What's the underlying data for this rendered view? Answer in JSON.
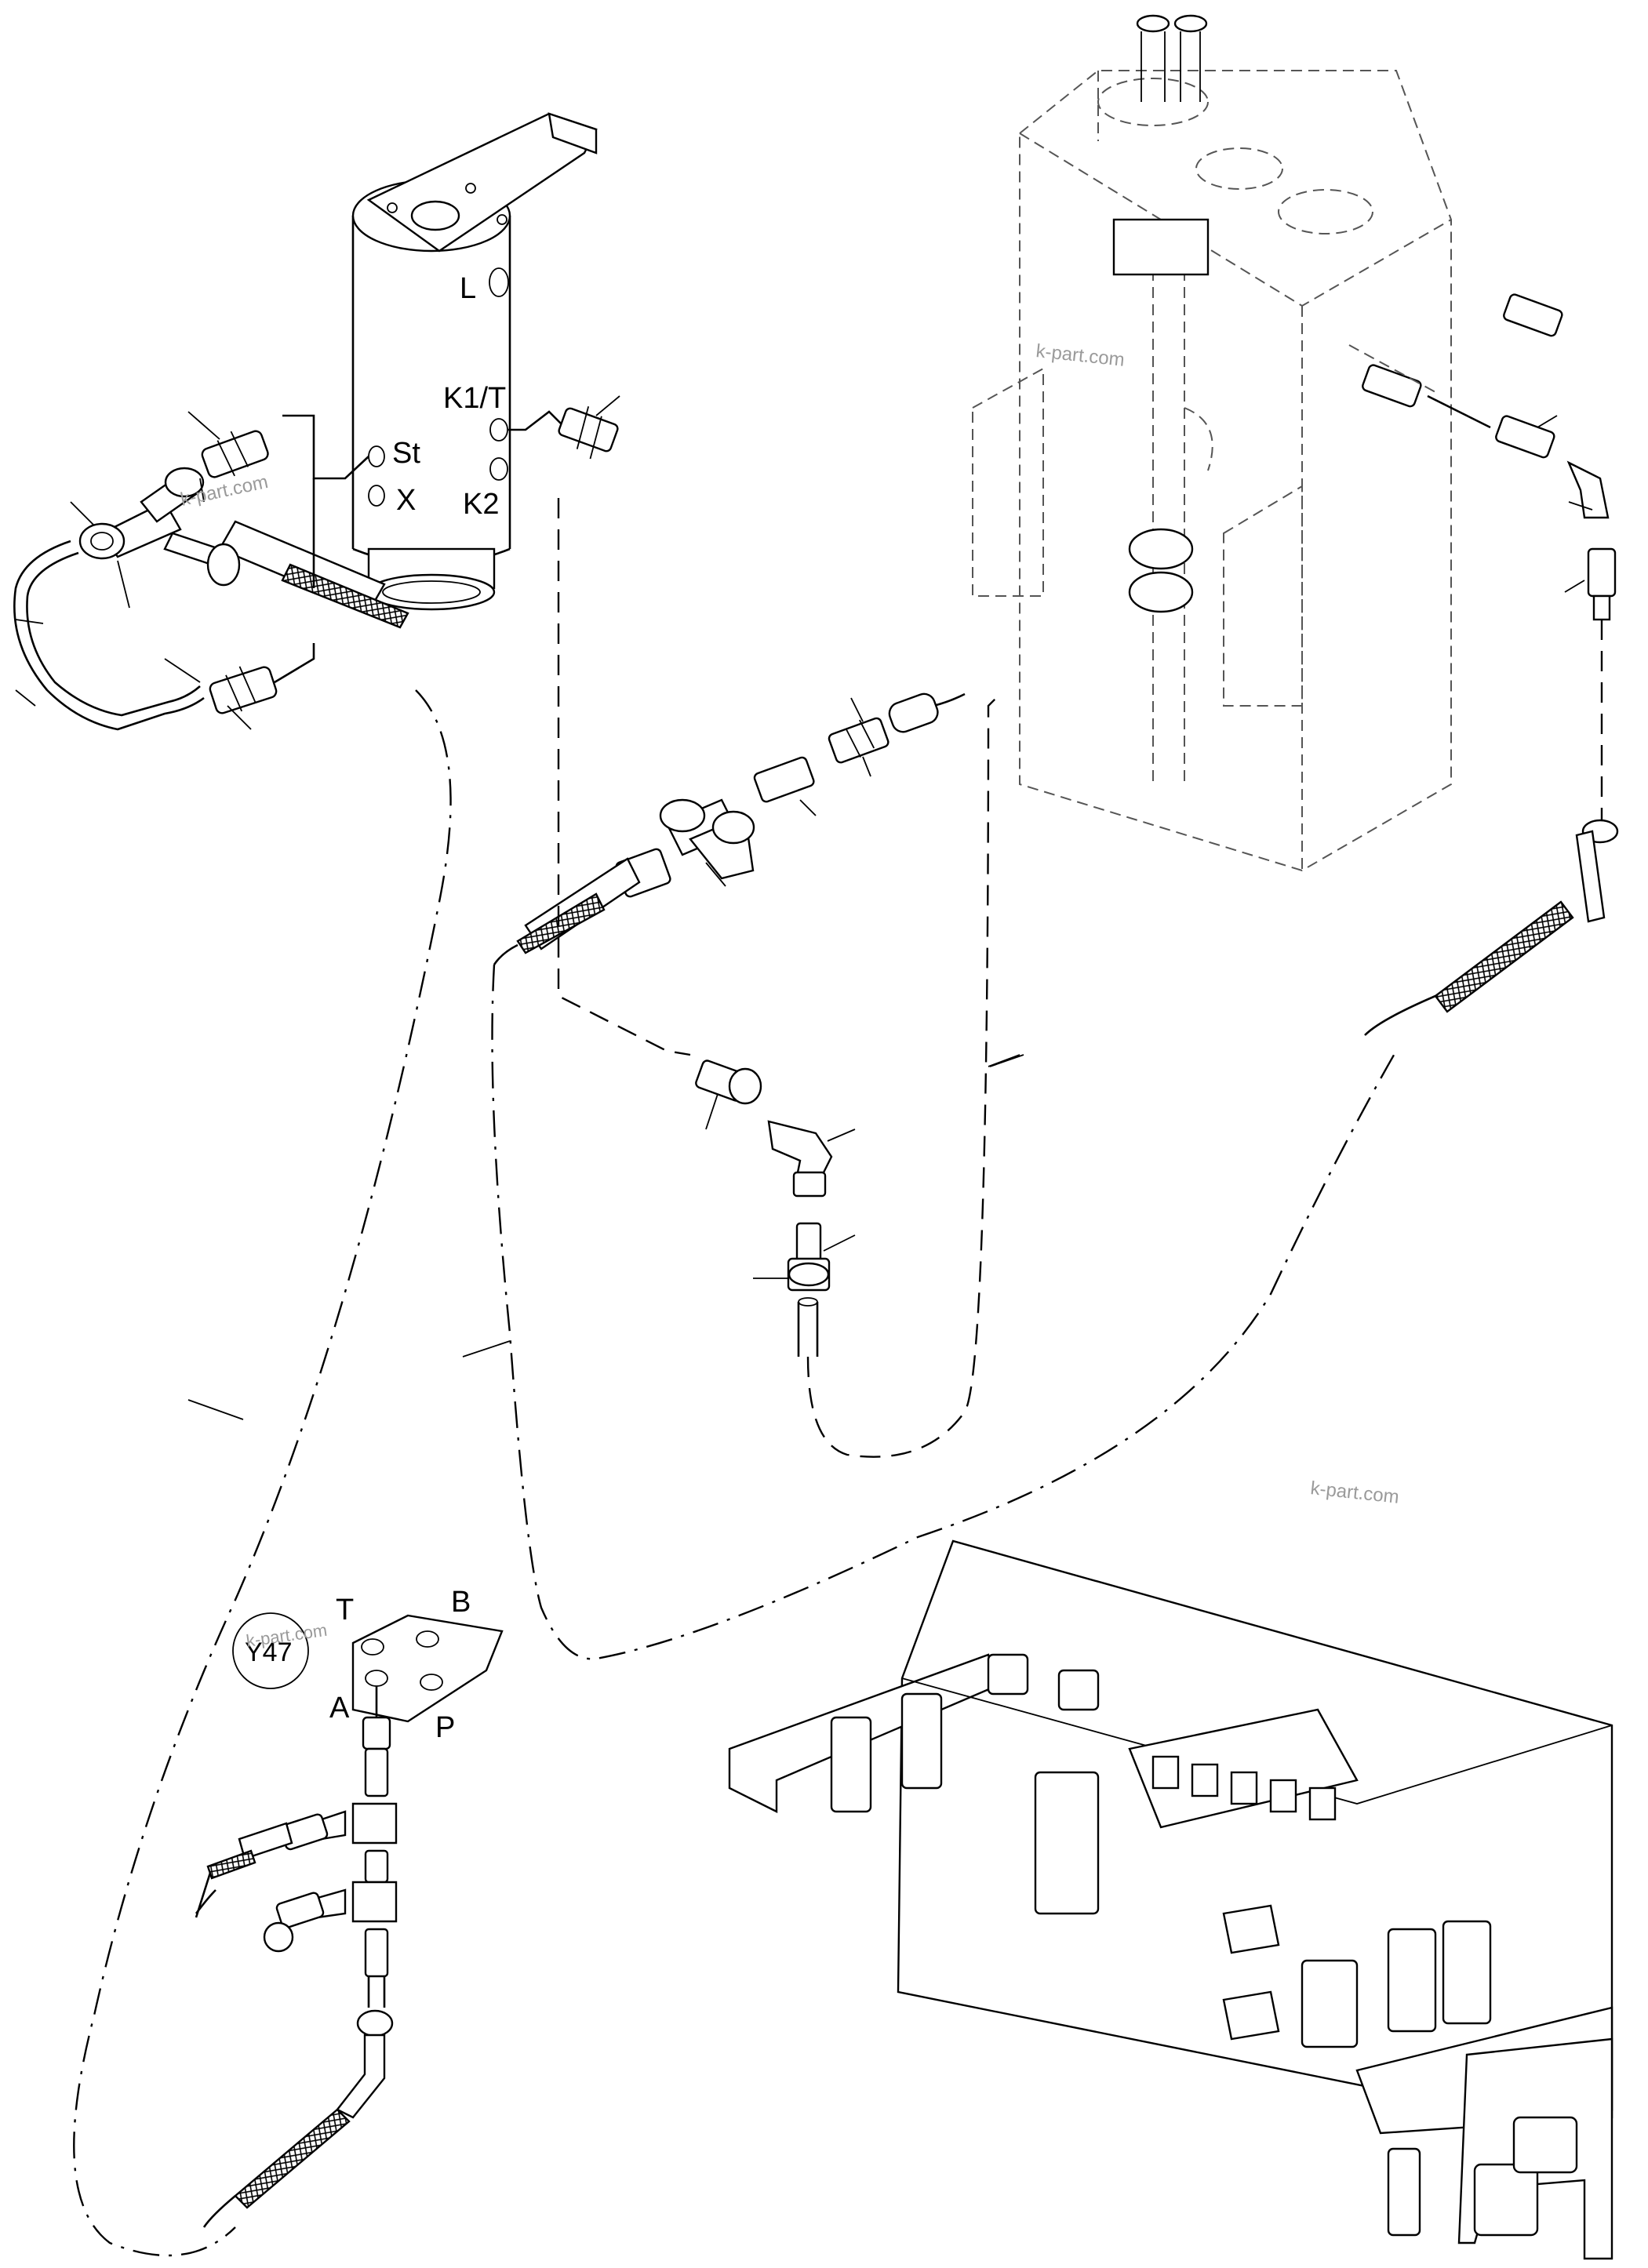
{
  "labels": {
    "port_l": "L",
    "port_k1t": "K1/T",
    "port_st": "St",
    "port_x": "X",
    "port_k2": "K2",
    "valve_id": "Y47",
    "valve_t": "T",
    "valve_b": "B",
    "valve_a": "A",
    "valve_p": "P"
  },
  "watermarks": [
    "k-part.com",
    "k-part.com",
    "k-part.com",
    "k-part.com"
  ]
}
